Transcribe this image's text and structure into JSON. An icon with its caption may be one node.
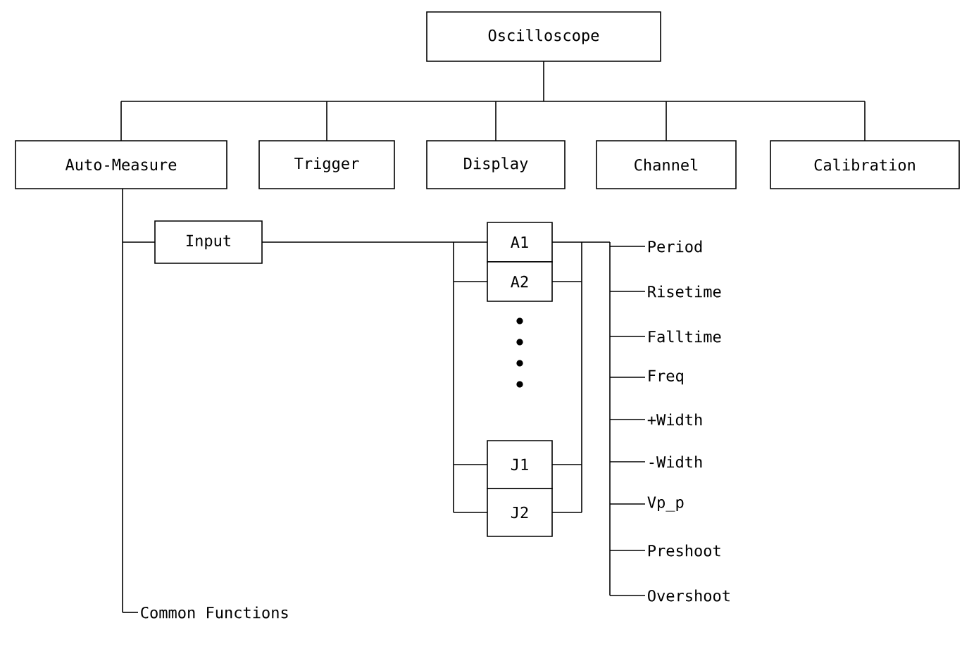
{
  "diagram": {
    "nodes": [
      {
        "text": [
          "Oscilloscope"
        ]
      },
      {
        "text": [
          "Auto-Measure"
        ]
      },
      {
        "text": [
          "Trigger"
        ]
      },
      {
        "text": [
          "Display"
        ]
      },
      {
        "text": [
          "Channel"
        ]
      },
      {
        "text": [
          "Calibration"
        ]
      },
      {
        "text": [
          "Input"
        ]
      },
      {
        "text": [
          "A1"
        ]
      },
      {
        "text": [
          "A2"
        ]
      },
      {
        "text": [
          "J1"
        ]
      },
      {
        "text": [
          "J2"
        ]
      },
      {
        "text": [
          "Common Functions"
        ]
      },
      {
        "text": [
          "Period"
        ]
      },
      {
        "text": [
          "Risetime"
        ]
      },
      {
        "text": [
          "Falltime"
        ]
      },
      {
        "text": [
          "Freq"
        ]
      },
      {
        "text": [
          "+Width"
        ]
      },
      {
        "text": [
          "-Width"
        ]
      },
      {
        "text": [
          "Vp_p"
        ]
      },
      {
        "text": [
          "Preshoot"
        ]
      },
      {
        "text": [
          "Overshoot"
        ]
      }
    ],
    "edges": [
      {
        "from": 0,
        "to": 1,
        "arrow": "none"
      },
      {
        "from": 0,
        "to": 2,
        "arrow": "none"
      },
      {
        "from": 0,
        "to": 3,
        "arrow": "none"
      },
      {
        "from": 0,
        "to": 4,
        "arrow": "none"
      },
      {
        "from": 0,
        "to": 5,
        "arrow": "none"
      },
      {
        "from": 1,
        "to": 6,
        "arrow": "none"
      },
      {
        "from": 1,
        "to": 11,
        "arrow": "none"
      },
      {
        "from": 6,
        "to": 7,
        "arrow": "none"
      },
      {
        "from": 6,
        "to": 8,
        "arrow": "none"
      },
      {
        "from": 6,
        "to": 9,
        "arrow": "none"
      },
      {
        "from": 6,
        "to": 10,
        "arrow": "none"
      },
      {
        "from": 7,
        "to": 12,
        "arrow": "none"
      },
      {
        "from": 7,
        "to": 13,
        "arrow": "none"
      },
      {
        "from": 7,
        "to": 14,
        "arrow": "none"
      },
      {
        "from": 7,
        "to": 15,
        "arrow": "none"
      },
      {
        "from": 7,
        "to": 16,
        "arrow": "none"
      },
      {
        "from": 7,
        "to": 17,
        "arrow": "none"
      },
      {
        "from": 7,
        "to": 18,
        "arrow": "none"
      },
      {
        "from": 7,
        "to": 19,
        "arrow": "none"
      },
      {
        "from": 7,
        "to": 20,
        "arrow": "none"
      },
      {
        "from": 8,
        "to": 12,
        "arrow": "none"
      },
      {
        "from": 8,
        "to": 13,
        "arrow": "none"
      },
      {
        "from": 8,
        "to": 14,
        "arrow": "none"
      },
      {
        "from": 8,
        "to": 15,
        "arrow": "none"
      },
      {
        "from": 8,
        "to": 16,
        "arrow": "none"
      },
      {
        "from": 8,
        "to": 17,
        "arrow": "none"
      },
      {
        "from": 8,
        "to": 18,
        "arrow": "none"
      },
      {
        "from": 8,
        "to": 19,
        "arrow": "none"
      },
      {
        "from": 8,
        "to": 20,
        "arrow": "none"
      },
      {
        "from": 9,
        "to": 12,
        "arrow": "none"
      },
      {
        "from": 9,
        "to": 13,
        "arrow": "none"
      },
      {
        "from": 9,
        "to": 14,
        "arrow": "none"
      },
      {
        "from": 9,
        "to": 15,
        "arrow": "none"
      },
      {
        "from": 9,
        "to": 16,
        "arrow": "none"
      },
      {
        "from": 9,
        "to": 17,
        "arrow": "none"
      },
      {
        "from": 9,
        "to": 18,
        "arrow": "none"
      },
      {
        "from": 9,
        "to": 19,
        "arrow": "none"
      },
      {
        "from": 9,
        "to": 20,
        "arrow": "none"
      },
      {
        "from": 10,
        "to": 12,
        "arrow": "none"
      },
      {
        "from": 10,
        "to": 13,
        "arrow": "none"
      },
      {
        "from": 10,
        "to": 14,
        "arrow": "none"
      },
      {
        "from": 10,
        "to": 15,
        "arrow": "none"
      },
      {
        "from": 10,
        "to": 16,
        "arrow": "none"
      },
      {
        "from": 10,
        "to": 17,
        "arrow": "none"
      },
      {
        "from": 10,
        "to": 18,
        "arrow": "none"
      },
      {
        "from": 10,
        "to": 19,
        "arrow": "none"
      },
      {
        "from": 10,
        "to": 20,
        "arrow": "none"
      }
    ]
  }
}
